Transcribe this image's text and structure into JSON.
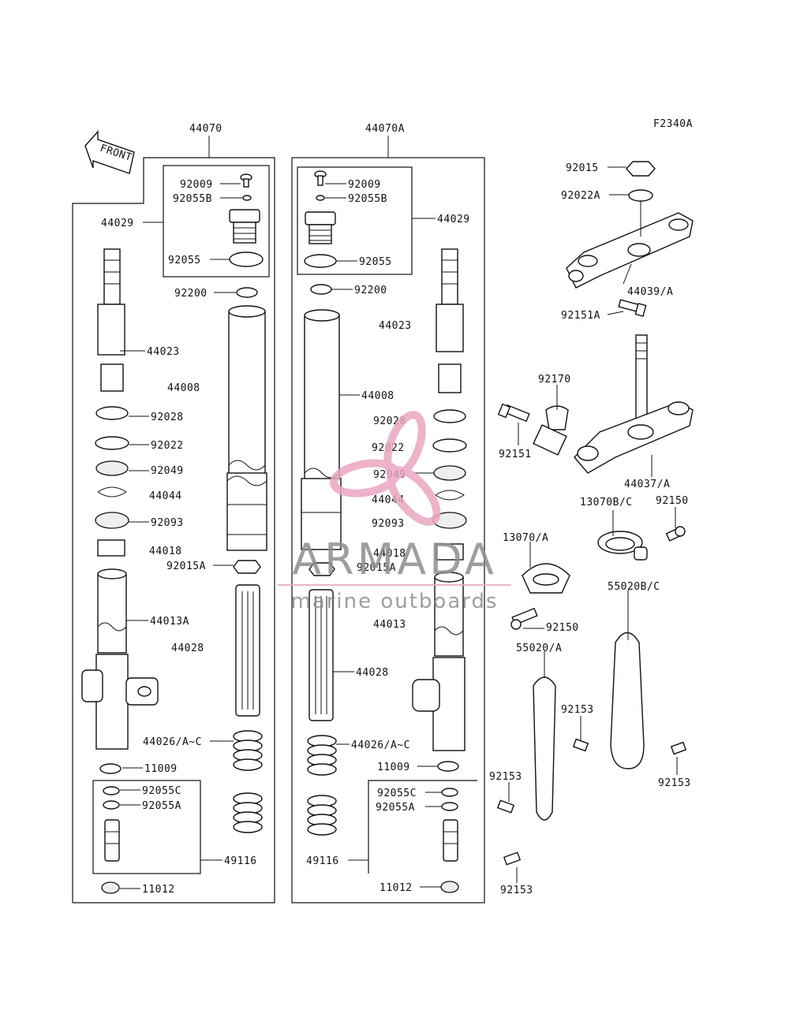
{
  "ref_code": "F2340A",
  "front_label": "FRONT",
  "watermark": {
    "brand": "ARMADA",
    "tagline": "marine outboards",
    "color": "#e9a6c2"
  },
  "labels": {
    "l_44070": "44070",
    "l_44070A": "44070A",
    "l_92009": "92009",
    "l_92055B": "92055B",
    "l_44029": "44029",
    "l_92055": "92055",
    "l_92200": "92200",
    "l_44023": "44023",
    "l_44008": "44008",
    "l_92028": "92028",
    "l_92022": "92022",
    "l_92049": "92049",
    "l_44044": "44044",
    "l_92093": "92093",
    "l_44018": "44018",
    "l_92015A": "92015A",
    "l_44013A": "44013A",
    "l_44028": "44028",
    "l_44026": "44026/A~C",
    "l_11009": "11009",
    "l_92055C": "92055C",
    "l_92055A": "92055A",
    "l_49116": "49116",
    "l_11012": "11012",
    "r_92009": "92009",
    "r_92055B": "92055B",
    "r_44029": "44029",
    "r_92055": "92055",
    "r_92200": "92200",
    "r_44023": "44023",
    "r_44008": "44008",
    "r_92028": "92028",
    "r_92022": "92022",
    "r_92049": "92049",
    "r_44044": "44044",
    "r_92093": "92093",
    "r_44018": "44018",
    "r_92015A": "92015A",
    "r_44013": "44013",
    "r_44028": "44028",
    "r_44026": "44026/A~C",
    "r_11009": "11009",
    "r_92055C": "92055C",
    "r_92055A": "92055A",
    "r_49116": "49116",
    "r_11012": "11012",
    "t_92015": "92015",
    "t_92022A": "92022A",
    "t_44039": "44039/A",
    "t_92151A": "92151A",
    "t_92170": "92170",
    "t_92151": "92151",
    "t_44037": "44037/A",
    "t_13070BC": "13070B/C",
    "t_92150a": "92150",
    "t_13070A": "13070/A",
    "t_55020BC": "55020B/C",
    "t_92150b": "92150",
    "t_55020A": "55020/A",
    "t_92153a": "92153",
    "t_92153b": "92153",
    "t_92153c": "92153",
    "t_92153d": "92153"
  }
}
